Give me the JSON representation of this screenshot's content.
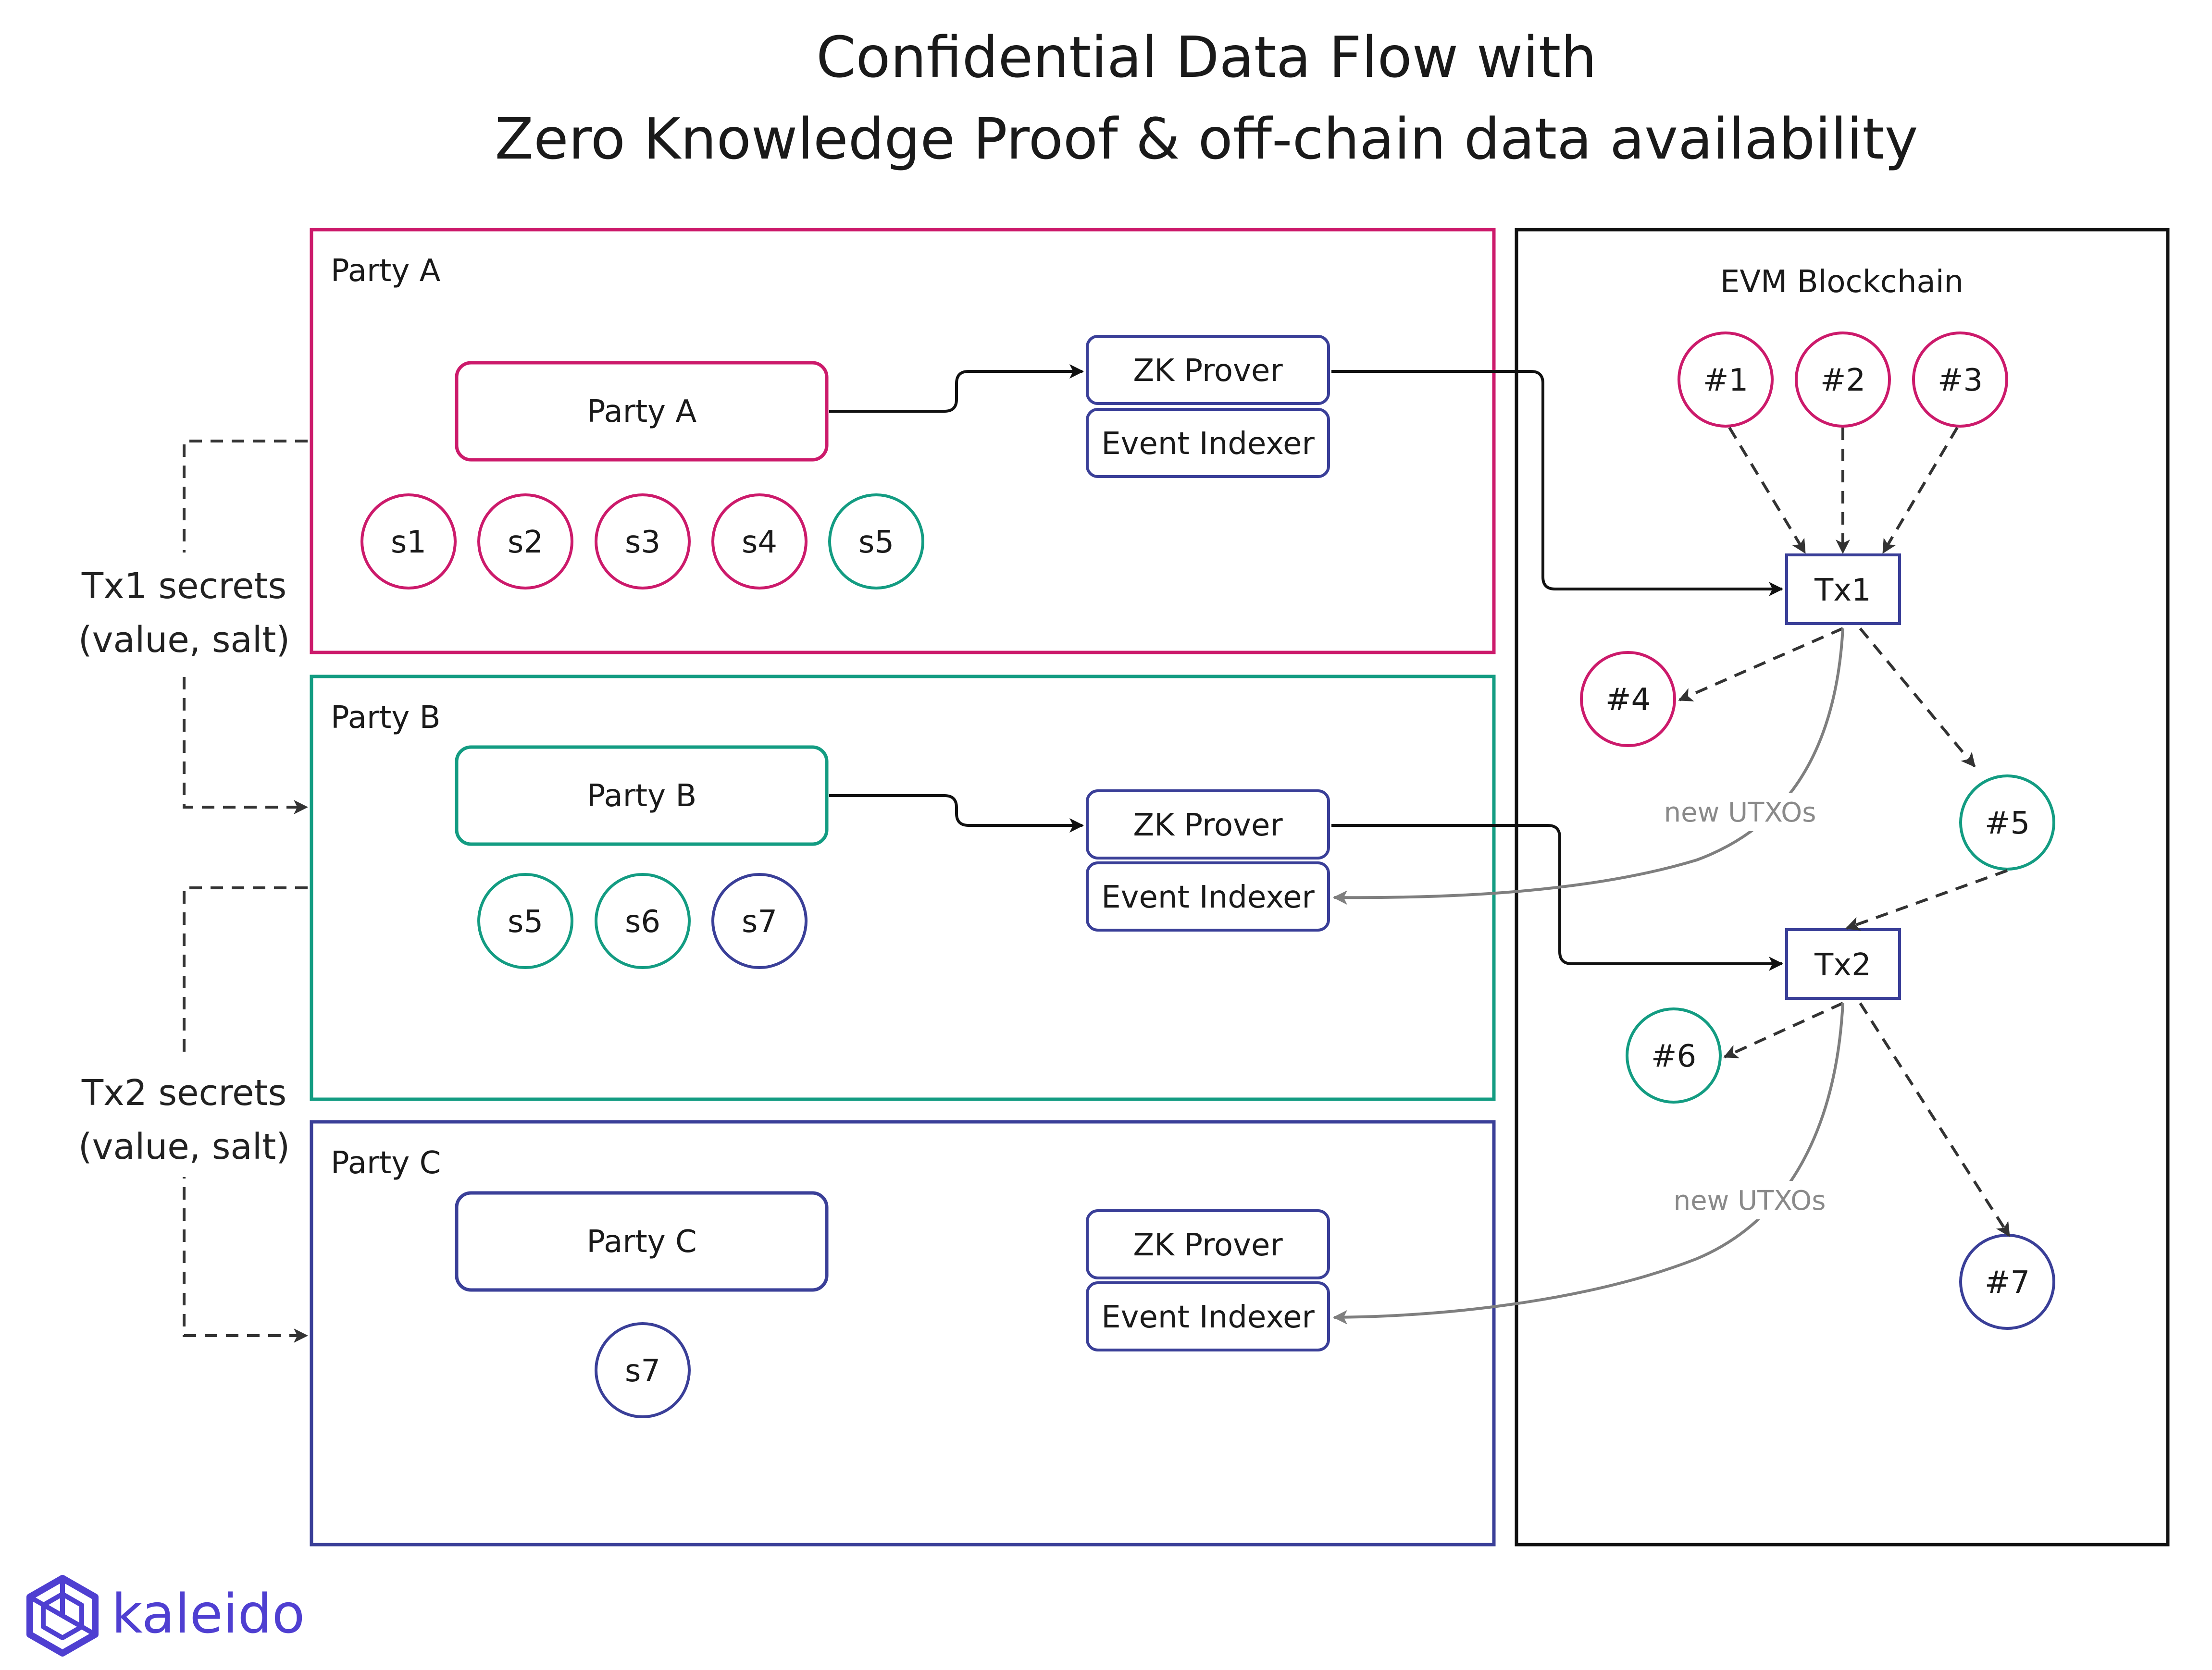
{
  "title": {
    "line1": "Confidential Data Flow with",
    "line2": "Zero Knowledge Proof & off-chain data availability"
  },
  "colors": {
    "magenta": "#cc1a6b",
    "teal": "#139c82",
    "navy": "#3a3f98",
    "black": "#111111",
    "gray_arrow": "#7f7f7f",
    "brand": "#4f3fd1"
  },
  "side_labels": {
    "tx1": [
      "Tx1 secrets",
      "(value, salt)"
    ],
    "tx2": [
      "Tx2 secrets",
      "(value, salt)"
    ]
  },
  "parties": [
    {
      "id": "a",
      "panel_title": "Party A",
      "node_label": "Party A",
      "color": "magenta",
      "services": [
        "ZK Prover",
        "Event Indexer"
      ],
      "secrets": [
        {
          "label": "s1",
          "color": "magenta"
        },
        {
          "label": "s2",
          "color": "magenta"
        },
        {
          "label": "s3",
          "color": "magenta"
        },
        {
          "label": "s4",
          "color": "magenta"
        },
        {
          "label": "s5",
          "color": "teal"
        }
      ]
    },
    {
      "id": "b",
      "panel_title": "Party B",
      "node_label": "Party B",
      "color": "teal",
      "services": [
        "ZK Prover",
        "Event Indexer"
      ],
      "secrets": [
        {
          "label": "s5",
          "color": "teal"
        },
        {
          "label": "s6",
          "color": "teal"
        },
        {
          "label": "s7",
          "color": "navy"
        }
      ]
    },
    {
      "id": "c",
      "panel_title": "Party C",
      "node_label": "Party C",
      "color": "navy",
      "services": [
        "ZK Prover",
        "Event Indexer"
      ],
      "secrets": [
        {
          "label": "s7",
          "color": "navy"
        }
      ]
    }
  ],
  "blockchain": {
    "title": "EVM Blockchain",
    "utxos": [
      {
        "label": "#1",
        "color": "magenta"
      },
      {
        "label": "#2",
        "color": "magenta"
      },
      {
        "label": "#3",
        "color": "magenta"
      },
      {
        "label": "#4",
        "color": "magenta"
      },
      {
        "label": "#5",
        "color": "teal"
      },
      {
        "label": "#6",
        "color": "teal"
      },
      {
        "label": "#7",
        "color": "navy"
      }
    ],
    "transactions": [
      "Tx1",
      "Tx2"
    ],
    "new_utxos_label": "new UTXOs"
  },
  "logo": {
    "text": "kaleido",
    "icon": "kaleido-logo-icon"
  }
}
